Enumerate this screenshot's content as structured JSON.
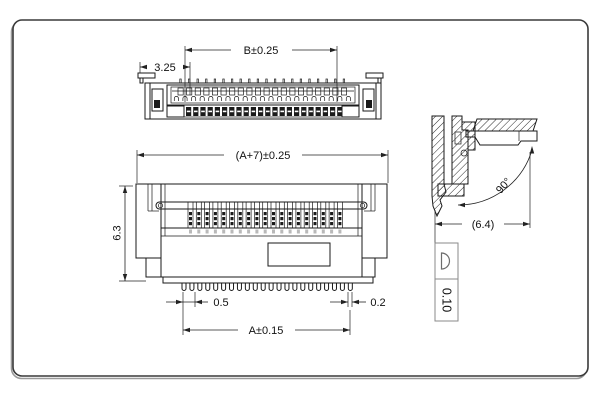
{
  "drawing_type": "connector-technical-drawing",
  "dimensions": {
    "b_width": "B±0.25",
    "edge_offset": "3.25",
    "overall_width": "(A+7)±0.25",
    "body_height": "6.3",
    "pin_pitch": "0.5",
    "pin_width": "0.2",
    "pin_span": "A±0.15",
    "side_depth": "(6.4)",
    "actuator_angle": "90°",
    "flatness_tolerance": "0.10"
  },
  "counts": {
    "top_contacts": 20,
    "top_arches": 21,
    "top_pads": 22,
    "front_fingers": 19,
    "front_pins": 22
  },
  "colors": {
    "line": "#1a1a1a",
    "dim": "#222222",
    "frame": "#3a3a3a",
    "background": "#ffffff"
  }
}
